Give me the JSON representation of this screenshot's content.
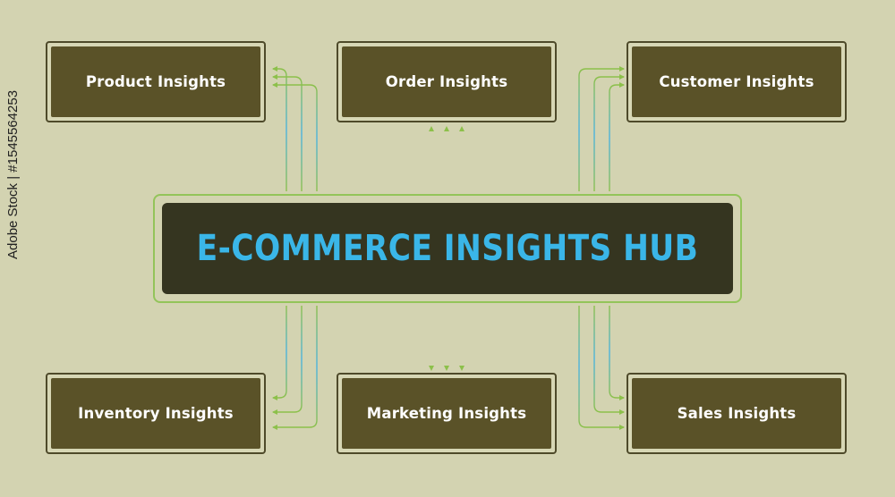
{
  "hub": {
    "title": "E-COMMERCE INSIGHTS HUB"
  },
  "nodes": [
    {
      "key": "product",
      "label": "Product Insights"
    },
    {
      "key": "order",
      "label": "Order Insights"
    },
    {
      "key": "customer",
      "label": "Customer Insights"
    },
    {
      "key": "inventory",
      "label": "Inventory Insights"
    },
    {
      "key": "marketing",
      "label": "Marketing Insights"
    },
    {
      "key": "sales",
      "label": "Sales Insights"
    }
  ],
  "watermark": "Adobe Stock | #1545564253",
  "colors": {
    "background": "#d3d3b1",
    "node_fill": "#5a5228",
    "hub_fill": "#353520",
    "hub_text": "#3ab6e8",
    "connector_green": "#8cc04a",
    "connector_blue": "#4ab3e0"
  }
}
